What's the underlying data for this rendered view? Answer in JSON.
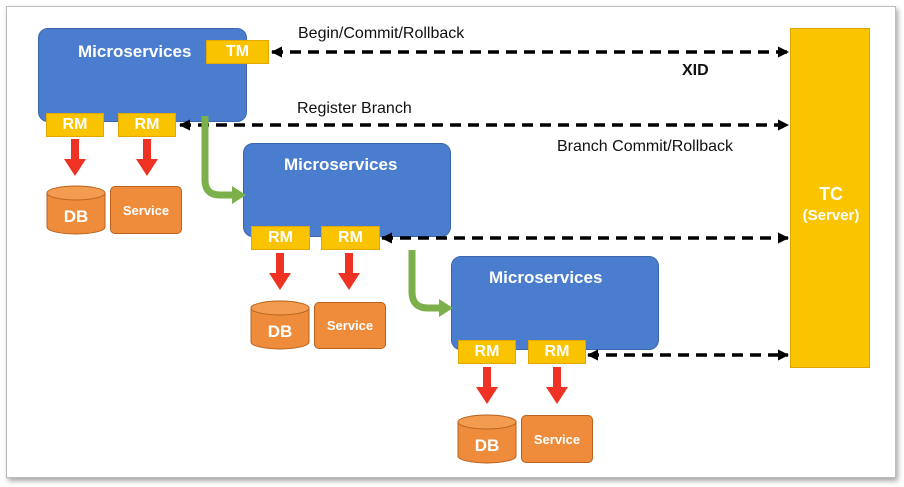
{
  "title": "",
  "colors": {
    "microservice": "#4a7dce",
    "component": "#f9c300",
    "db": "#ee8c3c",
    "red_arrow": "#ee3324",
    "green_arrow": "#7bb04a",
    "dashed_arrow": "#000000"
  },
  "labels": {
    "begin_commit": "Begin/Commit/Rollback",
    "xid": "XID",
    "register_branch": "Register Branch",
    "branch_commit": "Branch Commit/Rollback"
  },
  "tc": {
    "line1": "TC",
    "line2": "(Server)"
  },
  "services": [
    {
      "name": "Microservices",
      "tm": "TM",
      "rm1": "RM",
      "rm2": "RM",
      "db": "DB",
      "service": "Service"
    },
    {
      "name": "Microservices",
      "rm1": "RM",
      "rm2": "RM",
      "db": "DB",
      "service": "Service"
    },
    {
      "name": "Microservices",
      "rm1": "RM",
      "rm2": "RM",
      "db": "DB",
      "service": "Service"
    }
  ]
}
